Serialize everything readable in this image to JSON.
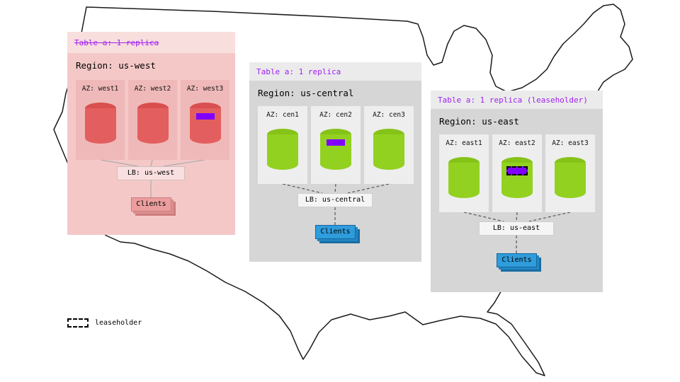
{
  "legend": {
    "label": "leaseholder"
  },
  "colors": {
    "table_text": "#a020f0",
    "replica_marker": "#7f00ff",
    "west_card": "#f5c8c8",
    "west_header": "#f9dede",
    "west_az": "#efb9b9",
    "west_cylinder": "#e35f5f",
    "west_cylinder_top": "#d94f4f",
    "gray_card": "#d6d6d6",
    "gray_header": "#ebebeb",
    "gray_az": "#eeeeee",
    "green_cylinder": "#93d121",
    "green_cylinder_top": "#86c318",
    "lb_west": "#f9dfdf",
    "lb_gray": "#f5f5f5",
    "clients_pink": "#ec9e9e",
    "clients_blue": "#2f9cdb"
  },
  "regions": [
    {
      "table_label": "Table a: 1 replica",
      "region_label": "Region: us-west",
      "azs": [
        {
          "label": "AZ: west1"
        },
        {
          "label": "AZ: west2"
        },
        {
          "label": "AZ: west3"
        }
      ],
      "lb_label": "LB: us-west",
      "clients_label": "Clients"
    },
    {
      "table_label": "Table a: 1 replica",
      "region_label": "Region: us-central",
      "azs": [
        {
          "label": "AZ: cen1"
        },
        {
          "label": "AZ: cen2"
        },
        {
          "label": "AZ: cen3"
        }
      ],
      "lb_label": "LB: us-central",
      "clients_label": "Clients"
    },
    {
      "table_label": "Table a: 1 replica (leaseholder)",
      "region_label": "Region: us-east",
      "azs": [
        {
          "label": "AZ: east1"
        },
        {
          "label": "AZ: east2"
        },
        {
          "label": "AZ: east3"
        }
      ],
      "lb_label": "LB: us-east",
      "clients_label": "Clients"
    }
  ]
}
